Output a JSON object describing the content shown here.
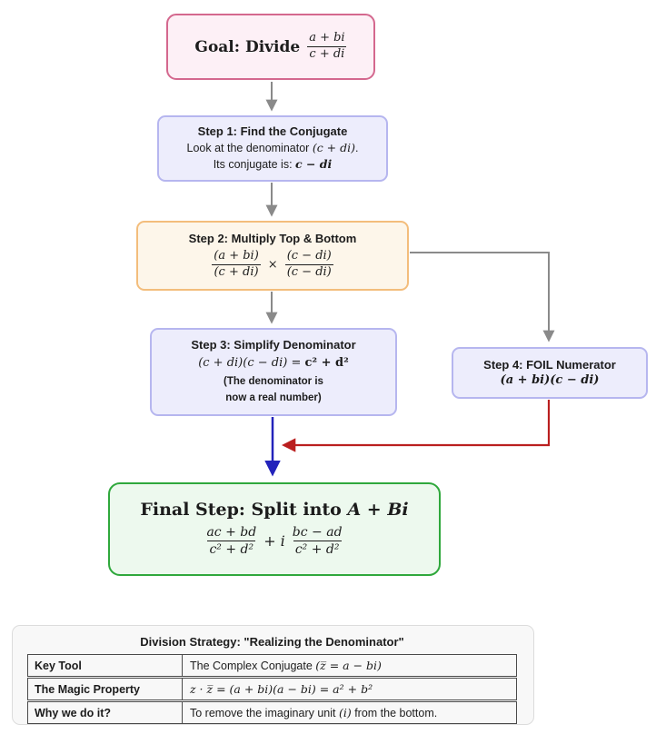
{
  "colors": {
    "arrow_gray": "#8a8a8a",
    "arrow_blue": "#2323bb",
    "arrow_red": "#ba1f1f",
    "goal_border": "#d4688e",
    "goal_fill": "#fdf0f6",
    "lavender_border": "#b6b6ef",
    "lavender_fill": "#ededfc",
    "orange_border": "#f3bd7c",
    "orange_fill": "#fdf6ea",
    "green_border": "#2fa83c",
    "green_fill": "#edf9ee"
  },
  "goal": {
    "label": "Goal: Divide",
    "numerator": "a + bi",
    "denominator": "c + di"
  },
  "step1": {
    "title": "Step 1: Find the Conjugate",
    "body_pre": "Look at the denominator ",
    "body_math": "(c + di)",
    "body_post": ".",
    "line2_pre": "Its conjugate is: ",
    "line2_math": "c − di"
  },
  "step2": {
    "title": "Step 2: Multiply Top & Bottom",
    "frac1_num": "(a + bi)",
    "frac1_den": "(c + di)",
    "times": "×",
    "frac2_num": "(c − di)",
    "frac2_den": "(c − di)"
  },
  "step3": {
    "title": "Step 3: Simplify Denominator",
    "eq_math": "(c + di)(c − di) = ",
    "eq_bold": "c² + d²",
    "note1": "(The denominator is",
    "note2": "now a real number)"
  },
  "step4": {
    "title": "Step 4: FOIL Numerator",
    "expression": "(a + bi)(c − di)"
  },
  "final": {
    "title_pre": "Final Step: Split into ",
    "title_math": "A + Bi",
    "frac1_num": "ac + bd",
    "frac1_den": "c² + d²",
    "plus_i": "+ i",
    "frac2_num": "bc − ad",
    "frac2_den": "c² + d²"
  },
  "strategy": {
    "title": "Division Strategy: \"Realizing the Denominator\"",
    "rows": [
      {
        "key": "Key Tool",
        "value_pre": "The Complex Conjugate ",
        "value_math": "(z̅ = a − bi)",
        "value_post": ""
      },
      {
        "key": "The Magic Property",
        "value_pre": "",
        "value_math": "z · z̅ = (a + bi)(a − bi) = a² + b²",
        "value_post": ""
      },
      {
        "key": "Why we do it?",
        "value_pre": "To remove the imaginary unit ",
        "value_math": "(i)",
        "value_post": " from the bottom."
      }
    ]
  }
}
